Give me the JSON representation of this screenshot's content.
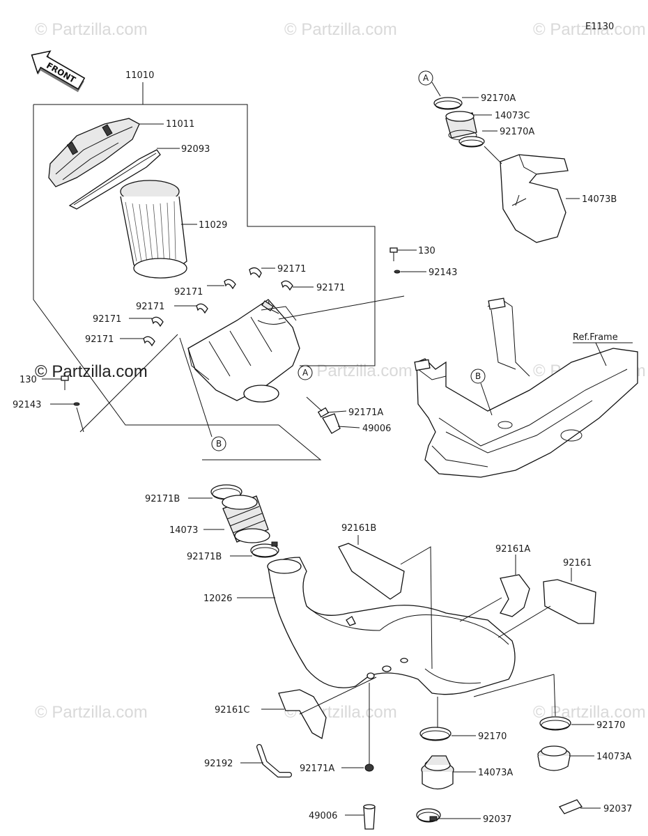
{
  "diagram_id": "E1130",
  "watermark": "© Partzilla.com",
  "front_arrow": "FRONT",
  "ref_frame": "Ref.Frame",
  "callouts": {
    "a": "A",
    "b": "B"
  },
  "parts": {
    "p11010": "11010",
    "p11011": "11011",
    "p92093": "92093",
    "p11029": "11029",
    "p130_right": "130",
    "p92143_right": "92143",
    "p92171_a": "92171",
    "p92171_b": "92171",
    "p92171_c": "92171",
    "p92171_d": "92171",
    "p92171_e": "92171",
    "p92171_f": "92171",
    "p130_left": "130",
    "p92143_left": "92143",
    "p92171A_top": "92171A",
    "p49006_top": "49006",
    "p92170A_1": "92170A",
    "p14073C": "14073C",
    "p92170A_2": "92170A",
    "p14073B": "14073B",
    "p92171B_1": "92171B",
    "p14073": "14073",
    "p92171B_2": "92171B",
    "p92161B": "92161B",
    "p92161A": "92161A",
    "p92161": "92161",
    "p12026": "12026",
    "p92161C": "92161C",
    "p92170_mid": "92170",
    "p92170_right": "92170",
    "p14073A_mid": "14073A",
    "p14073A_right": "14073A",
    "p92192": "92192",
    "p92171A_bottom": "92171A",
    "p92037_mid": "92037",
    "p92037_right": "92037",
    "p49006_bottom": "49006"
  }
}
